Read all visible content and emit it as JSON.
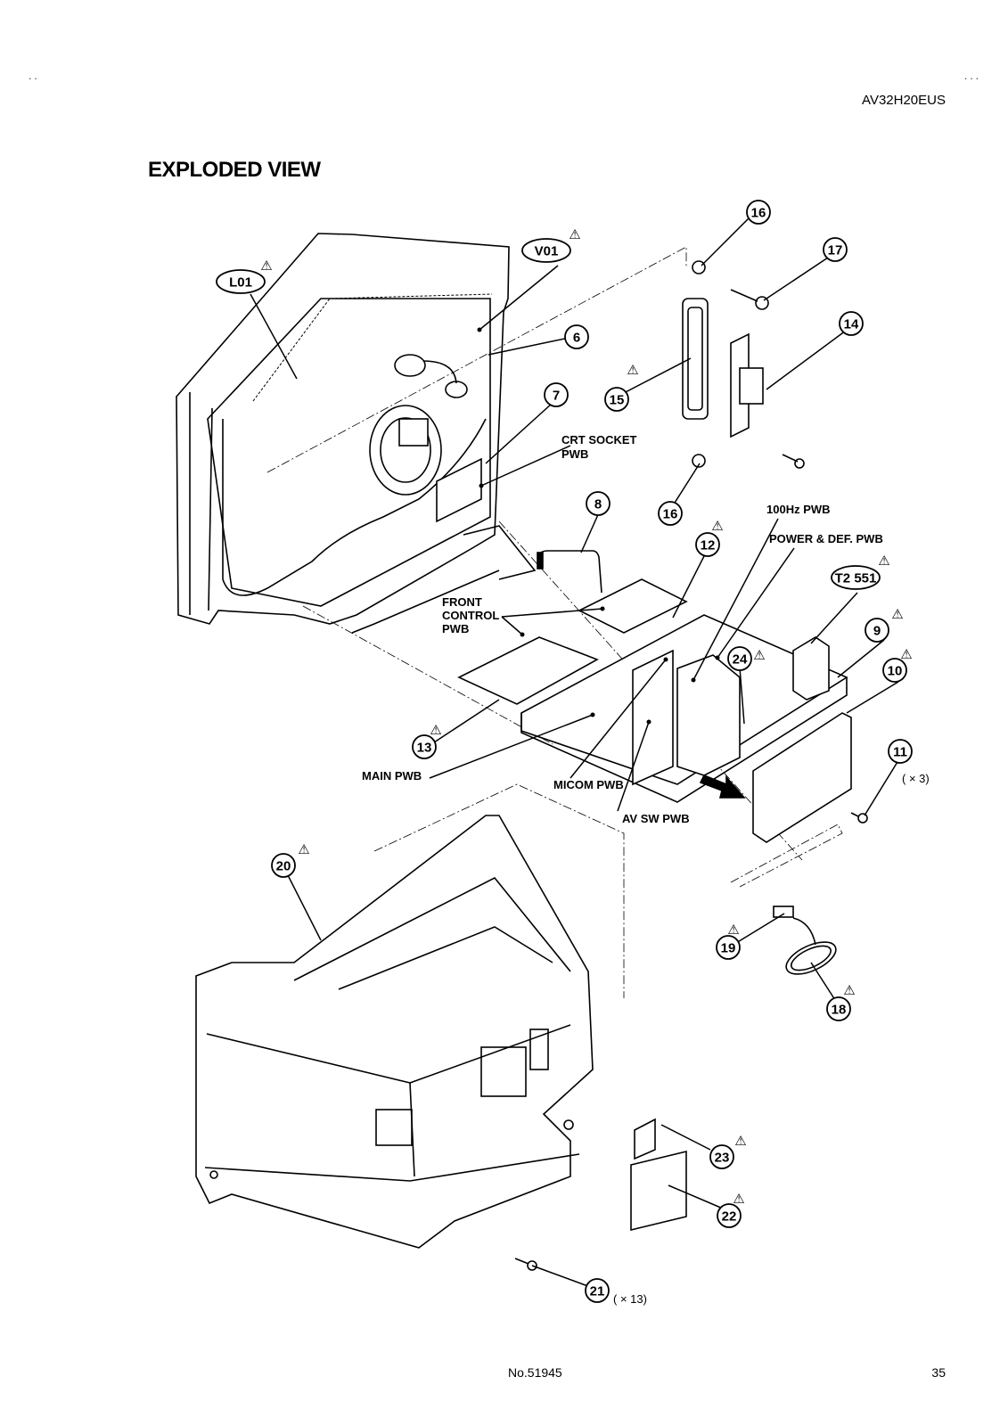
{
  "header": {
    "left_marks": "..",
    "right_marks": "...",
    "model": "AV32H20EUS"
  },
  "title": "EXPLODED VIEW",
  "footer": {
    "doc_number": "No.51945",
    "page_number": "35"
  },
  "callouts": [
    {
      "id": "L01",
      "shape": "oval",
      "warning": true
    },
    {
      "id": "V01",
      "shape": "oval",
      "warning": true
    },
    {
      "id": "6",
      "shape": "circle",
      "warning": false
    },
    {
      "id": "7",
      "shape": "circle",
      "warning": false
    },
    {
      "id": "8",
      "shape": "circle",
      "warning": false
    },
    {
      "id": "9",
      "shape": "circle",
      "warning": true
    },
    {
      "id": "10",
      "shape": "circle",
      "warning": true
    },
    {
      "id": "11",
      "shape": "circle",
      "warning": false,
      "qty": "( × 3)"
    },
    {
      "id": "12",
      "shape": "circle",
      "warning": true
    },
    {
      "id": "13",
      "shape": "circle",
      "warning": true
    },
    {
      "id": "14",
      "shape": "circle",
      "warning": false
    },
    {
      "id": "15",
      "shape": "circle",
      "warning": true
    },
    {
      "id": "16",
      "shape": "circle",
      "warning": false
    },
    {
      "id": "16b",
      "label": "16",
      "shape": "circle",
      "warning": false
    },
    {
      "id": "17",
      "shape": "circle",
      "warning": false
    },
    {
      "id": "18",
      "shape": "circle",
      "warning": true
    },
    {
      "id": "19",
      "shape": "circle",
      "warning": true
    },
    {
      "id": "20",
      "shape": "circle",
      "warning": true
    },
    {
      "id": "21",
      "shape": "circle",
      "warning": false,
      "qty": "( × 13)"
    },
    {
      "id": "22",
      "shape": "circle",
      "warning": true
    },
    {
      "id": "23",
      "shape": "circle",
      "warning": true
    },
    {
      "id": "24",
      "shape": "circle",
      "warning": true
    },
    {
      "id": "T2551",
      "label": "T2 551",
      "shape": "oval",
      "warning": true
    }
  ],
  "labels": {
    "crt_socket_pwb": [
      "CRT SOCKET",
      "PWB"
    ],
    "hz100_pwb": "100Hz PWB",
    "power_def_pwb": "POWER & DEF. PWB",
    "front_control_pwb": [
      "FRONT",
      "CONTROL",
      "PWB"
    ],
    "main_pwb": "MAIN PWB",
    "micom_pwb": "MICOM PWB",
    "av_sw_pwb": "AV SW PWB"
  },
  "warning_symbol": "⚠"
}
